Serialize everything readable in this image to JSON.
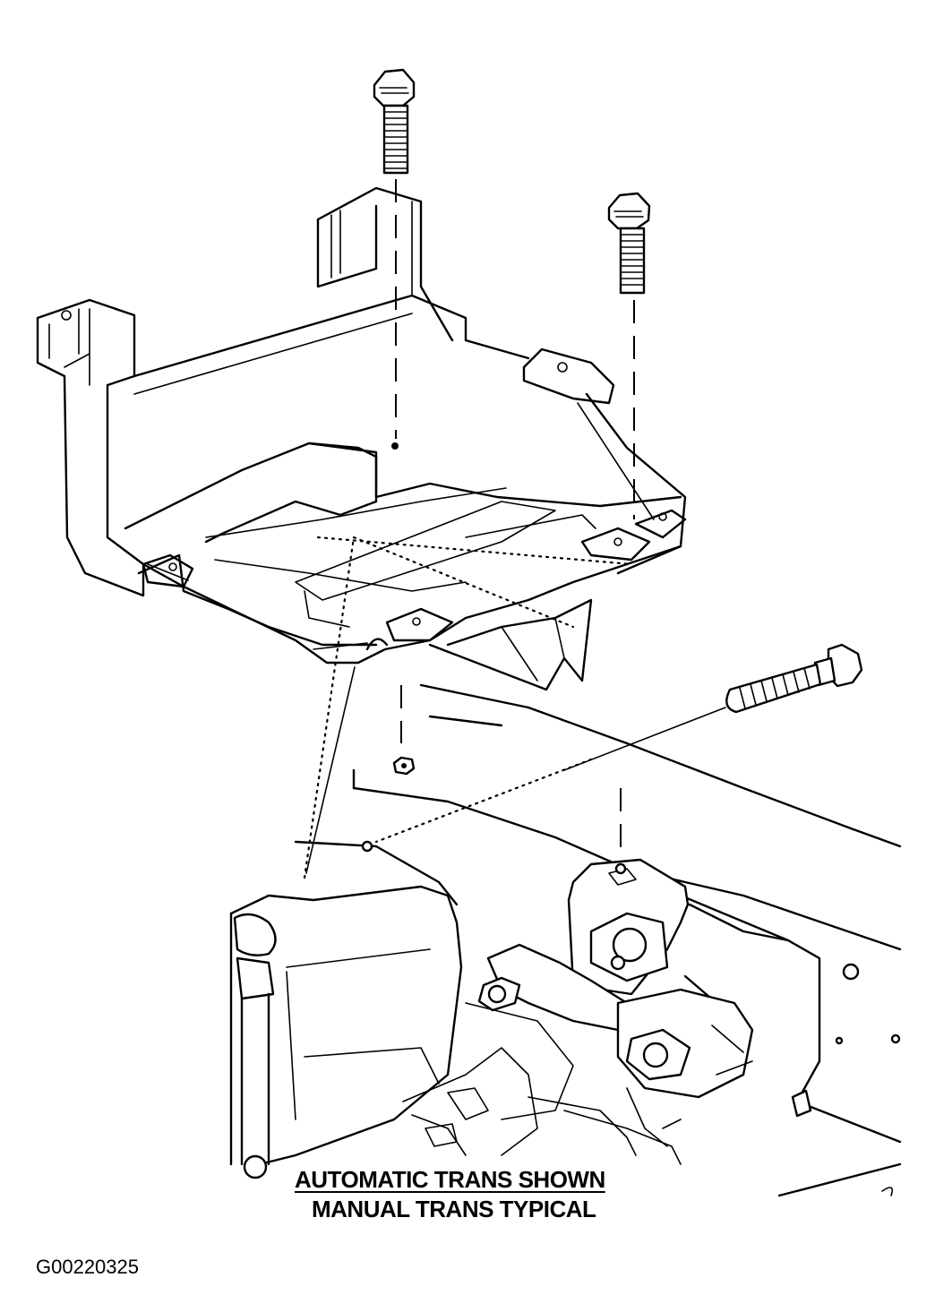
{
  "figure": {
    "caption_line1": "AUTOMATIC TRANS SHOWN",
    "caption_line2": "MANUAL TRANS TYPICAL",
    "figure_id": "G00220325"
  },
  "icons": [
    "bolt-icon",
    "bolt-icon",
    "bolt-icon",
    "nut-icon"
  ]
}
